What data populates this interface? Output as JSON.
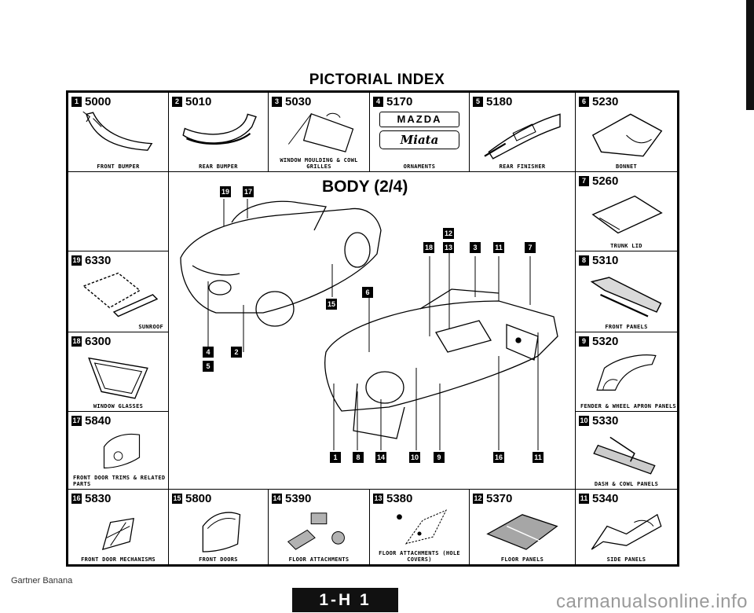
{
  "page": {
    "title": "PICTORIAL INDEX",
    "section_title": "BODY (2/4)",
    "page_number": "1-H 1",
    "source_label": "Gartner Banana",
    "watermark": "carmanualsonline.info",
    "logo_text": "MAZDA",
    "model_text": "Miata"
  },
  "cells": [
    {
      "num": "1",
      "code": "5000",
      "caption": "FRONT BUMPER"
    },
    {
      "num": "2",
      "code": "5010",
      "caption": "REAR BUMPER"
    },
    {
      "num": "3",
      "code": "5030",
      "caption": "WINDOW MOULDING & COWL GRILLES"
    },
    {
      "num": "4",
      "code": "5170",
      "caption": "ORNAMENTS"
    },
    {
      "num": "5",
      "code": "5180",
      "caption": "REAR FINISHER"
    },
    {
      "num": "6",
      "code": "5230",
      "caption": "BONNET"
    },
    {
      "num": "7",
      "code": "5260",
      "caption": "TRUNK LID"
    },
    {
      "num": "8",
      "code": "5310",
      "caption": "FRONT PANELS"
    },
    {
      "num": "9",
      "code": "5320",
      "caption": "FENDER & WHEEL APRON PANELS"
    },
    {
      "num": "10",
      "code": "5330",
      "caption": "DASH & COWL PANELS"
    },
    {
      "num": "11",
      "code": "5340",
      "caption": "SIDE PANELS"
    },
    {
      "num": "12",
      "code": "5370",
      "caption": "FLOOR PANELS"
    },
    {
      "num": "13",
      "code": "5380",
      "caption": "FLOOR ATTACHMENTS (HOLE COVERS)"
    },
    {
      "num": "14",
      "code": "5390",
      "caption": "FLOOR ATTACHMENTS"
    },
    {
      "num": "15",
      "code": "5800",
      "caption": "FRONT DOORS"
    },
    {
      "num": "16",
      "code": "5830",
      "caption": "FRONT DOOR MECHANISMS"
    },
    {
      "num": "17",
      "code": "5840",
      "caption": "FRONT DOOR TRIMS & RELATED PARTS"
    },
    {
      "num": "18",
      "code": "6300",
      "caption": "WINDOW GLASSES"
    },
    {
      "num": "19",
      "code": "6330",
      "caption": "SUNROOF"
    }
  ],
  "callouts": {
    "top_left": [
      "19",
      "17"
    ],
    "top_right": [
      "18",
      "12",
      "13",
      "3",
      "11",
      "7"
    ],
    "mid": [
      "15",
      "6"
    ],
    "left_low": [
      "4",
      "5",
      "2"
    ],
    "bottom": [
      "1",
      "8",
      "14",
      "10",
      "9",
      "16",
      "11"
    ]
  }
}
